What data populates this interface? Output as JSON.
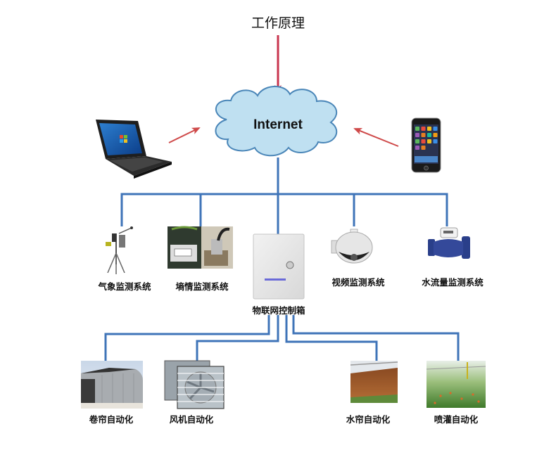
{
  "title": "工作原理",
  "cloud": {
    "label": "Internet",
    "fill": "#bfe0f1",
    "stroke": "#4a86b8"
  },
  "colors": {
    "bus_line": "#3f74b8",
    "arrow": "#c8354f",
    "client_arrow": "#cf4a4a"
  },
  "clients": [
    {
      "name": "laptop",
      "icon": "laptop-icon"
    },
    {
      "name": "smartphone",
      "icon": "smartphone-icon"
    }
  ],
  "sensors": [
    {
      "label": "气象监测系统",
      "icon": "weather-station-icon"
    },
    {
      "label": "墒情监测系统",
      "icon": "soil-moisture-sensor-icon"
    },
    {
      "label": "视频监测系统",
      "icon": "dome-camera-icon"
    },
    {
      "label": "水流量监测系统",
      "icon": "water-flow-meter-icon"
    }
  ],
  "controller": {
    "label": "物联网控制箱",
    "icon": "control-box-icon"
  },
  "actuators": [
    {
      "label": "卷帘自动化",
      "icon": "roller-shade-greenhouse-icon"
    },
    {
      "label": "风机自动化",
      "icon": "exhaust-fan-icon"
    },
    {
      "label": "水帘自动化",
      "icon": "wet-curtain-icon"
    },
    {
      "label": "喷灌自动化",
      "icon": "sprinkler-irrigation-icon"
    }
  ]
}
